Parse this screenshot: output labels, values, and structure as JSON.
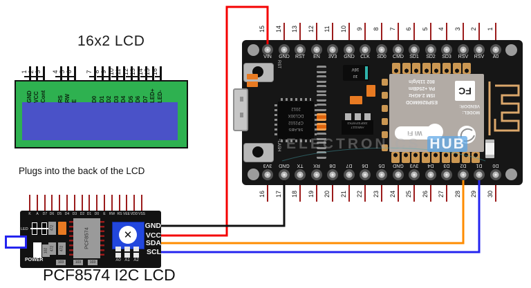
{
  "titles": {
    "lcd": "16x2 LCD",
    "pcf_note": "Plugs into the back  of the LCD",
    "pcf": "PCF8574 I2C LCD"
  },
  "watermark": {
    "left": "ELECTRONICS",
    "hub": "HUB"
  },
  "colors": {
    "wire_red": "#f40000",
    "wire_black": "#111111",
    "wire_orange": "#ff8c00",
    "wire_blue": "#2424ef",
    "lcd_green": "#2eb150",
    "lcd_screen_blue": "#4a52c8",
    "board_black": "#161616",
    "pin_stub_dark_red": "#9b1b1b",
    "pad_gold": "#cb9752",
    "esp_shield_gray": "#b2aba5",
    "antenna_gold": "#dba76b"
  },
  "lcd": {
    "pins": [
      {
        "num": "1",
        "label": "GND"
      },
      {
        "num": "2",
        "label": "VCC"
      },
      {
        "num": "3",
        "label": "Cont"
      },
      {
        "num": "4",
        "label": "RS"
      },
      {
        "num": "5",
        "label": "RW"
      },
      {
        "num": "6",
        "label": "E"
      },
      {
        "num": "7",
        "label": "D0"
      },
      {
        "num": "8",
        "label": "D1"
      },
      {
        "num": "9",
        "label": "D2"
      },
      {
        "num": "10",
        "label": "D3"
      },
      {
        "num": "11",
        "label": "D4"
      },
      {
        "num": "12",
        "label": "D5"
      },
      {
        "num": "13",
        "label": "D6"
      },
      {
        "num": "14",
        "label": "D7"
      },
      {
        "num": "15",
        "label": "LED+"
      },
      {
        "num": "16",
        "label": "LED-"
      }
    ]
  },
  "nodemcu": {
    "top_pins": [
      {
        "num": "15",
        "label": "VIN"
      },
      {
        "num": "14",
        "label": "GND"
      },
      {
        "num": "13",
        "label": "RST"
      },
      {
        "num": "12",
        "label": "EN"
      },
      {
        "num": "11",
        "label": "3V3"
      },
      {
        "num": "10",
        "label": "GND"
      },
      {
        "num": "9",
        "label": "CLK"
      },
      {
        "num": "8",
        "label": "SD0"
      },
      {
        "num": "7",
        "label": "CMD"
      },
      {
        "num": "6",
        "label": "SD1"
      },
      {
        "num": "5",
        "label": "SD2"
      },
      {
        "num": "4",
        "label": "SD3"
      },
      {
        "num": "3",
        "label": "RSV"
      },
      {
        "num": "2",
        "label": "RSV"
      },
      {
        "num": "1",
        "label": "A0"
      }
    ],
    "bottom_pins": [
      {
        "num": "16",
        "label": "3V3"
      },
      {
        "num": "17",
        "label": "GND"
      },
      {
        "num": "18",
        "label": "TX"
      },
      {
        "num": "19",
        "label": "RX"
      },
      {
        "num": "20",
        "label": "D8"
      },
      {
        "num": "21",
        "label": "D7"
      },
      {
        "num": "22",
        "label": "D6"
      },
      {
        "num": "23",
        "label": "D5"
      },
      {
        "num": "24",
        "label": "GND"
      },
      {
        "num": "25",
        "label": "3V3"
      },
      {
        "num": "26",
        "label": "D4"
      },
      {
        "num": "27",
        "label": "D3"
      },
      {
        "num": "28",
        "label": "D2"
      },
      {
        "num": "29",
        "label": "D1"
      },
      {
        "num": "30",
        "label": "D0"
      }
    ],
    "rst_button": "RST",
    "flash_button": "FLASH",
    "cp2102": [
      "SILABS",
      "CP2102",
      "DCL00X",
      "2012"
    ],
    "capacitor": {
      "value": "10",
      "voltage": "16V"
    },
    "regulator": [
      "AMS1117",
      "330F33Y6TK3"
    ],
    "esp": {
      "lines": [
        "ESP8266MOD",
        "ISM  2.4GHz",
        "PA +25dBm",
        "802 11b/g/n"
      ],
      "wifi_pill": "Wi Fi",
      "fc": "FC",
      "model": "MODEL:",
      "vendor": "VENDOR:"
    }
  },
  "pcf": {
    "top_pins": [
      "K",
      "A",
      "D7",
      "D6",
      "D5",
      "D4",
      "D3",
      "D2",
      "D1",
      "D0",
      "E",
      "RW",
      "RS",
      "VEE",
      "VDD",
      "VSS"
    ],
    "side_pins": [
      "GND",
      "VCC",
      "SDA",
      "SCL"
    ],
    "chip": "PCF8574",
    "led_label": "LED",
    "power_label": "POWER",
    "addr": [
      "A0",
      "A1",
      "A2"
    ],
    "r102": "102",
    "r472": "472",
    "r103": "103"
  }
}
